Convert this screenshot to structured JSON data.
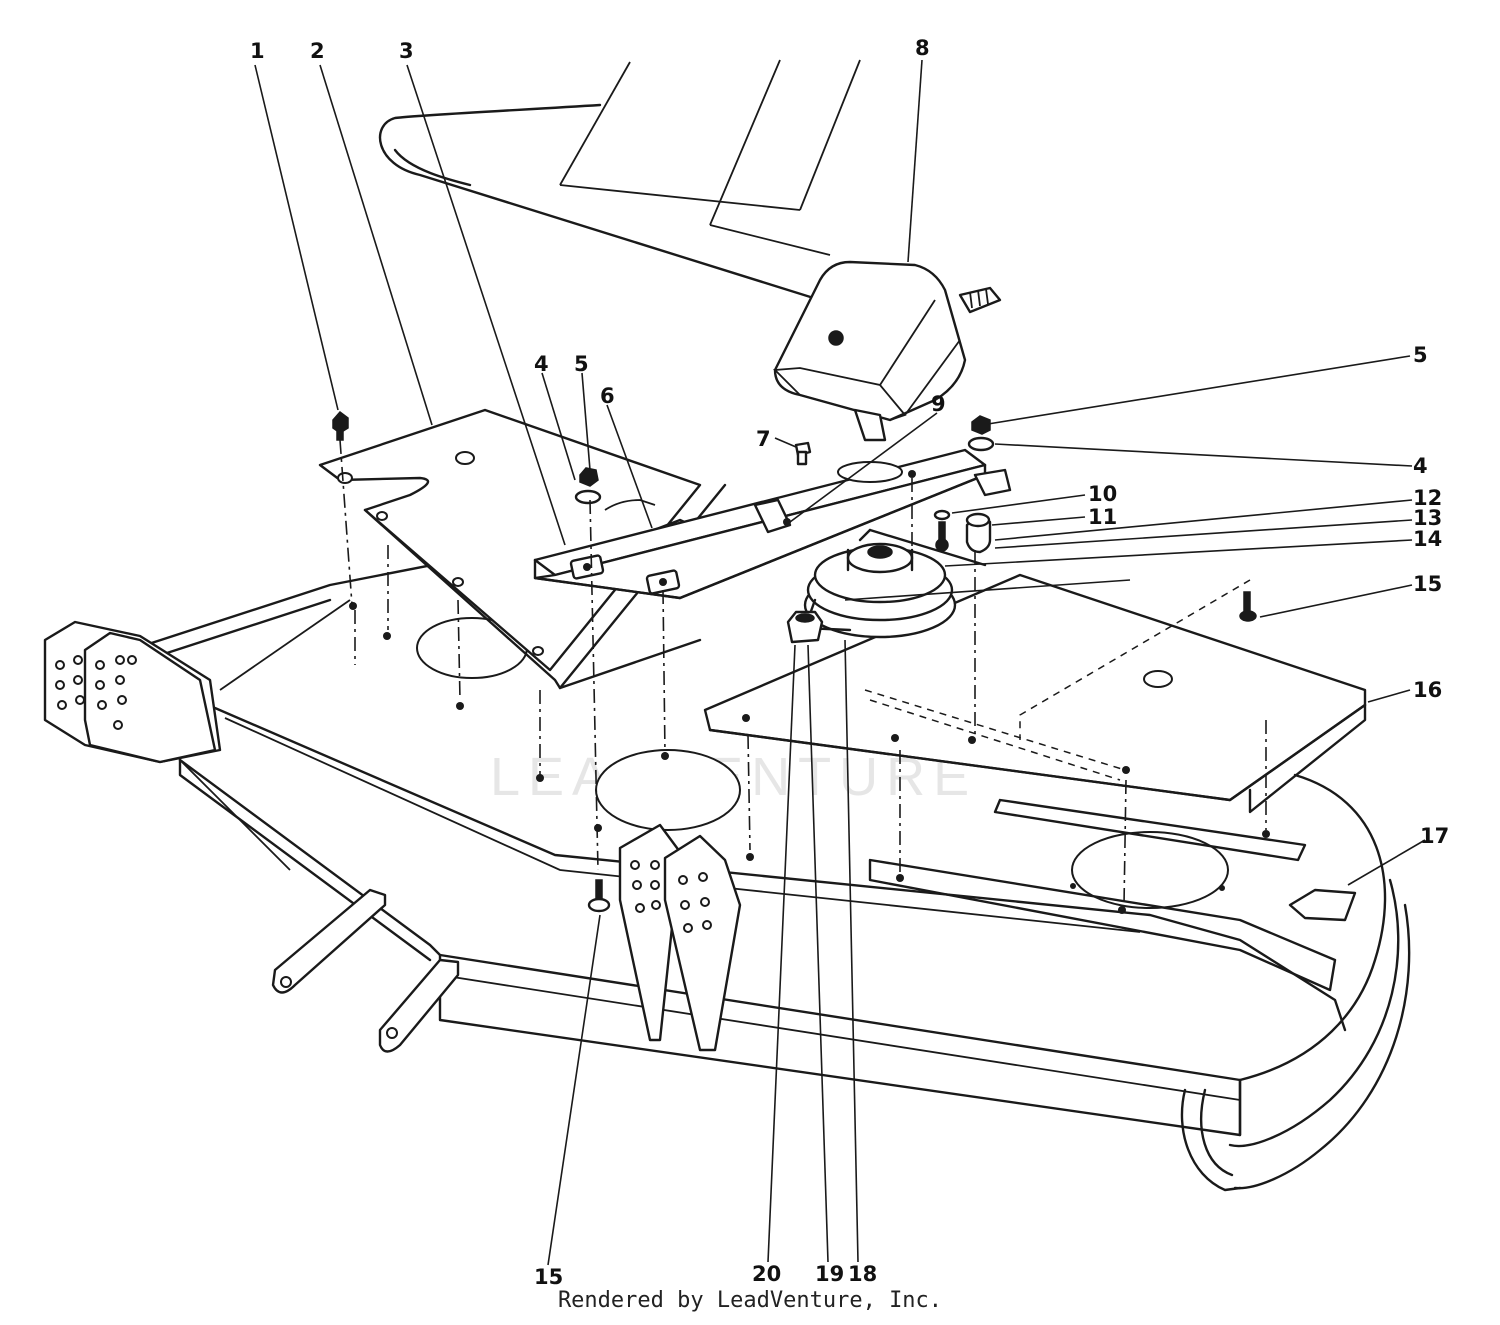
{
  "diagram": {
    "callouts": [
      {
        "id": "c1",
        "text": "1"
      },
      {
        "id": "c2",
        "text": "2"
      },
      {
        "id": "c3",
        "text": "3"
      },
      {
        "id": "c4a",
        "text": "4"
      },
      {
        "id": "c5a",
        "text": "5"
      },
      {
        "id": "c6",
        "text": "6"
      },
      {
        "id": "c7",
        "text": "7"
      },
      {
        "id": "c8",
        "text": "8"
      },
      {
        "id": "c9",
        "text": "9"
      },
      {
        "id": "c5b",
        "text": "5"
      },
      {
        "id": "c4b",
        "text": "4"
      },
      {
        "id": "c10",
        "text": "10"
      },
      {
        "id": "c11",
        "text": "11"
      },
      {
        "id": "c12",
        "text": "12"
      },
      {
        "id": "c13",
        "text": "13"
      },
      {
        "id": "c14",
        "text": "14"
      },
      {
        "id": "c15a",
        "text": "15"
      },
      {
        "id": "c16",
        "text": "16"
      },
      {
        "id": "c17",
        "text": "17"
      },
      {
        "id": "c15b",
        "text": "15"
      },
      {
        "id": "c20",
        "text": "20"
      },
      {
        "id": "c19",
        "text": "19"
      },
      {
        "id": "c18",
        "text": "18"
      }
    ],
    "watermark": "LEADVENTURE",
    "footer": "Rendered by LeadVenture, Inc."
  }
}
